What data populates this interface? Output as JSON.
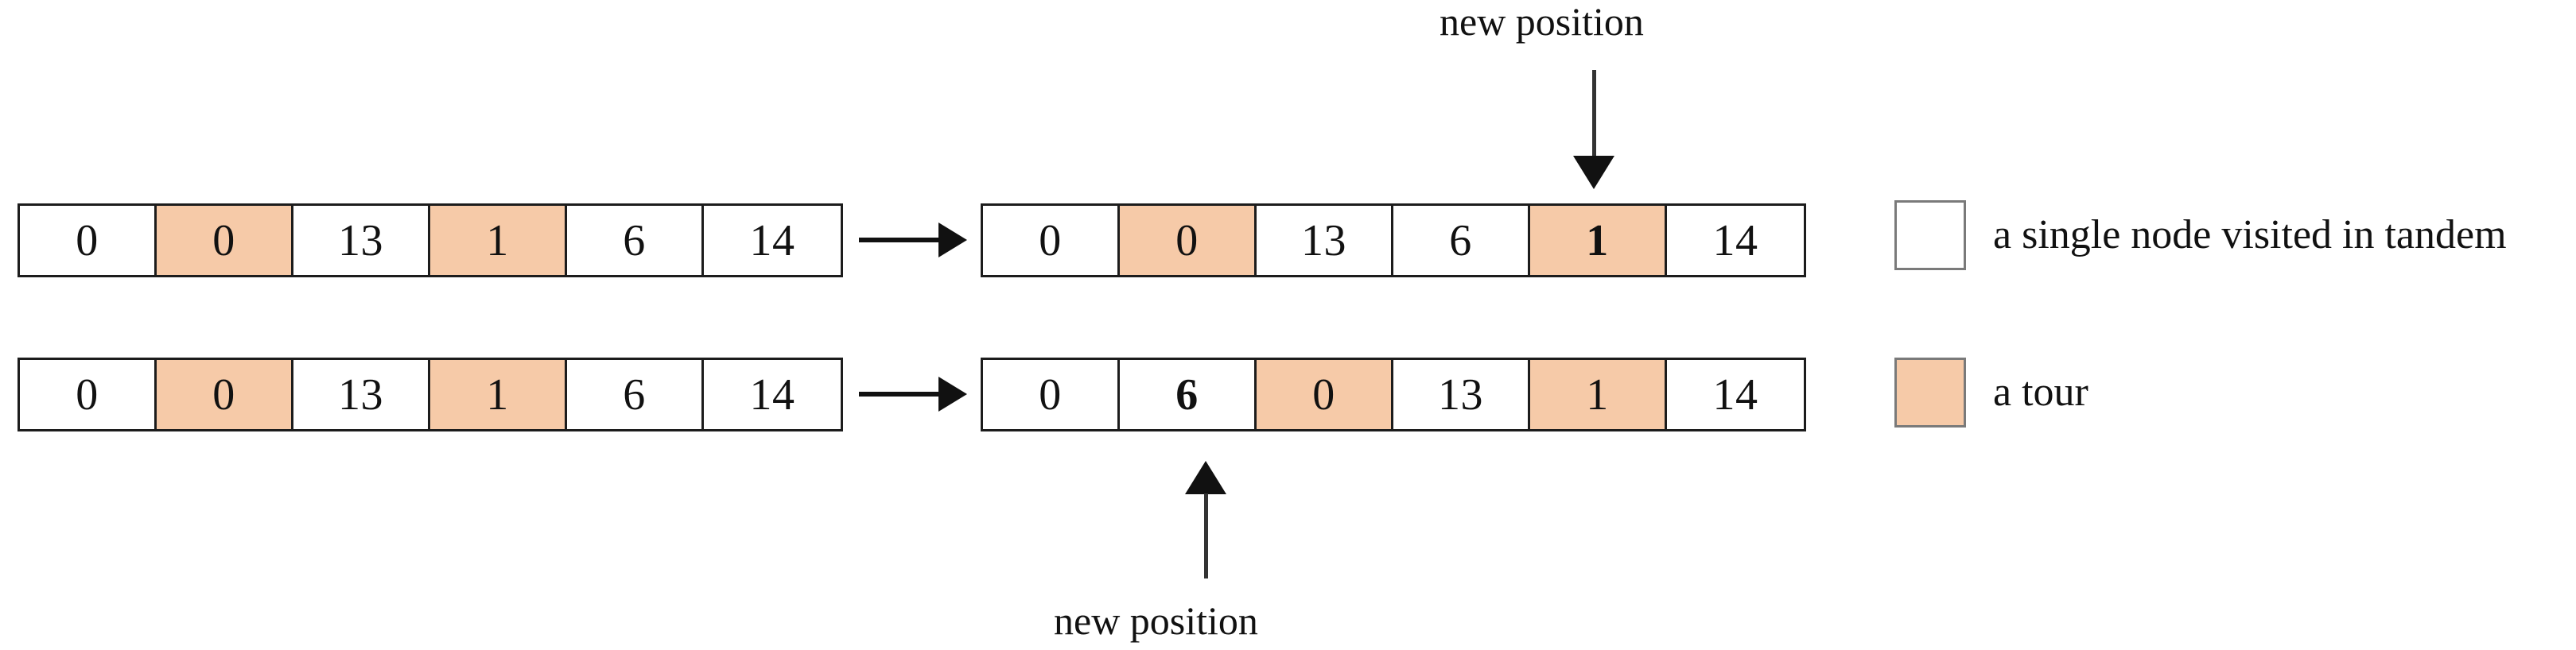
{
  "figure": {
    "colors": {
      "tour_fill": "#f6caa8",
      "node_fill": "#ffffff",
      "cell_border": "#1c1c1c",
      "legend_border": "#7a7a7a",
      "arrow": "#111111"
    }
  },
  "rows": [
    {
      "id": "row-1",
      "before": {
        "cells": [
          {
            "value": "0",
            "shaded": false,
            "bold": false
          },
          {
            "value": "0",
            "shaded": true,
            "bold": false
          },
          {
            "value": "13",
            "shaded": false,
            "bold": false
          },
          {
            "value": "1",
            "shaded": true,
            "bold": false
          },
          {
            "value": "6",
            "shaded": false,
            "bold": false
          },
          {
            "value": "14",
            "shaded": false,
            "bold": false
          }
        ]
      },
      "after": {
        "cells": [
          {
            "value": "0",
            "shaded": false,
            "bold": false
          },
          {
            "value": "0",
            "shaded": true,
            "bold": false
          },
          {
            "value": "13",
            "shaded": false,
            "bold": false
          },
          {
            "value": "6",
            "shaded": false,
            "bold": false
          },
          {
            "value": "1",
            "shaded": true,
            "bold": true
          },
          {
            "value": "14",
            "shaded": false,
            "bold": false
          }
        ]
      },
      "annotation": {
        "label": "new position",
        "direction": "down",
        "target_index": 4
      }
    },
    {
      "id": "row-2",
      "before": {
        "cells": [
          {
            "value": "0",
            "shaded": false,
            "bold": false
          },
          {
            "value": "0",
            "shaded": true,
            "bold": false
          },
          {
            "value": "13",
            "shaded": false,
            "bold": false
          },
          {
            "value": "1",
            "shaded": true,
            "bold": false
          },
          {
            "value": "6",
            "shaded": false,
            "bold": false
          },
          {
            "value": "14",
            "shaded": false,
            "bold": false
          }
        ]
      },
      "after": {
        "cells": [
          {
            "value": "0",
            "shaded": false,
            "bold": false
          },
          {
            "value": "6",
            "shaded": false,
            "bold": true
          },
          {
            "value": "0",
            "shaded": true,
            "bold": false
          },
          {
            "value": "13",
            "shaded": false,
            "bold": false
          },
          {
            "value": "1",
            "shaded": true,
            "bold": false
          },
          {
            "value": "14",
            "shaded": false,
            "bold": false
          }
        ]
      },
      "annotation": {
        "label": "new position",
        "direction": "up",
        "target_index": 1
      }
    }
  ],
  "legend": {
    "items": [
      {
        "swatch": "node",
        "label": "a single node visited in tandem"
      },
      {
        "swatch": "tour",
        "label": "a tour"
      }
    ]
  }
}
